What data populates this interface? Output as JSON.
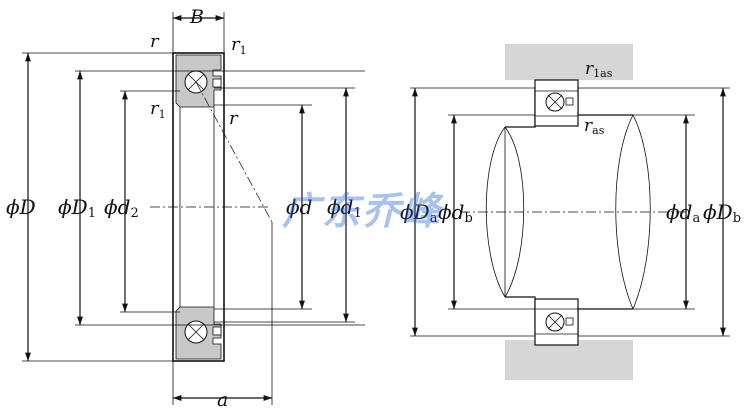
{
  "left_view": {
    "B": "B",
    "r_top_left": "r",
    "r1_top_right": "r",
    "r1_top_right_sub": "1",
    "r1_mid": "r",
    "r1_mid_sub": "1",
    "r_mid": "r",
    "phi": "ϕ",
    "D": "D",
    "D1": "D",
    "D1_sub": "1",
    "d2": "d",
    "d2_sub": "2",
    "d": "d",
    "d1": "d",
    "d1_sub": "1",
    "a": "a"
  },
  "right_view": {
    "r1as": "r",
    "r1as_sub": "1as",
    "ras": "r",
    "ras_sub": "as",
    "Da": "D",
    "Da_sub": "a",
    "db": "d",
    "db_sub": "b",
    "da": "d",
    "da_sub": "a",
    "Db": "D",
    "Db_sub": "b"
  },
  "watermark": "广东乔峰",
  "colors": {
    "line": "#111111",
    "ring_fill": "#c8c8c8",
    "housing_fill": "#d6d6d6",
    "watermark": "#1f5fd6"
  }
}
